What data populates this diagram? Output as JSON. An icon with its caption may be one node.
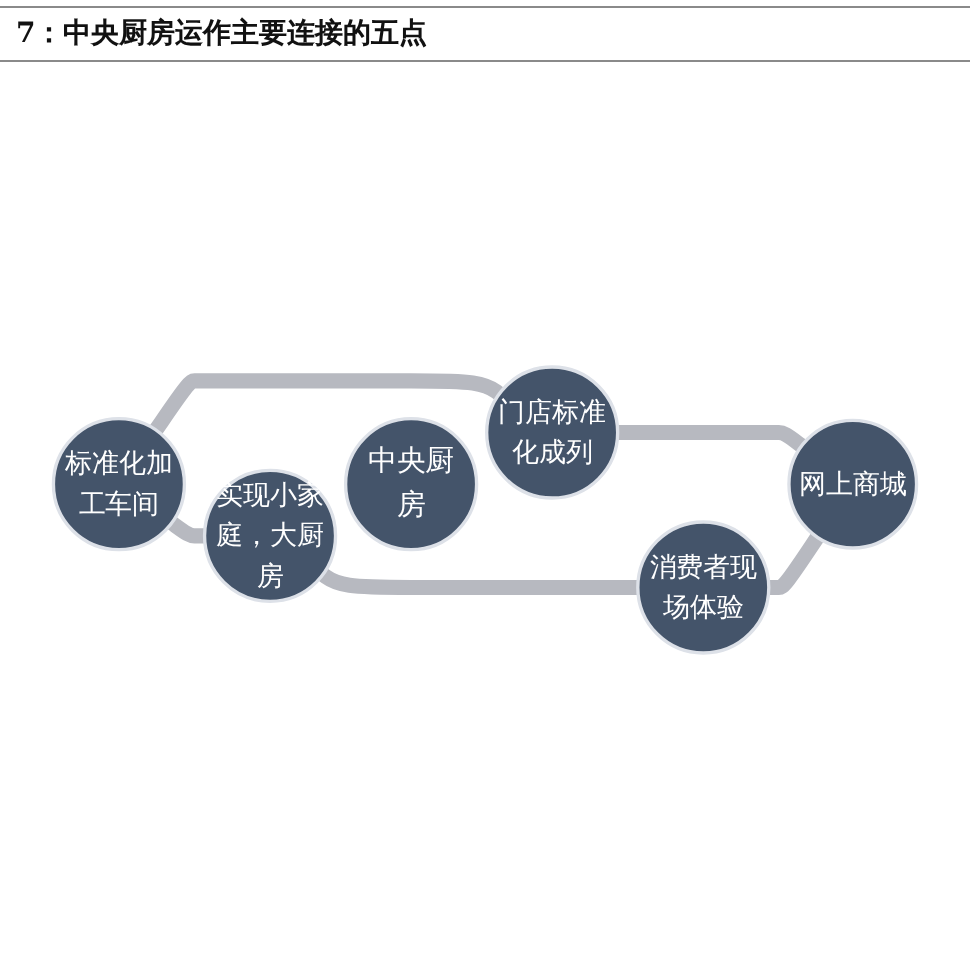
{
  "diagram": {
    "title": "7：中央厨房运作主要连接的五点",
    "nodes": [
      {
        "text": [
          "门店标准化成列"
        ]
      },
      {
        "text": [
          "标准化加工车间"
        ]
      },
      {
        "text": [
          "网上商城"
        ]
      },
      {
        "text": [
          "中央厨房"
        ]
      },
      {
        "text": [
          "实现小家庭，大厨房"
        ]
      },
      {
        "text": [
          "消费者现场体验"
        ]
      }
    ],
    "edges": [
      {
        "from": 1,
        "to": 0,
        "arrow": "none"
      },
      {
        "from": 0,
        "to": 2,
        "arrow": "none"
      },
      {
        "from": 1,
        "to": 4,
        "arrow": "none"
      },
      {
        "from": 4,
        "to": 5,
        "arrow": "none"
      },
      {
        "from": 5,
        "to": 2,
        "arrow": "none"
      }
    ]
  }
}
